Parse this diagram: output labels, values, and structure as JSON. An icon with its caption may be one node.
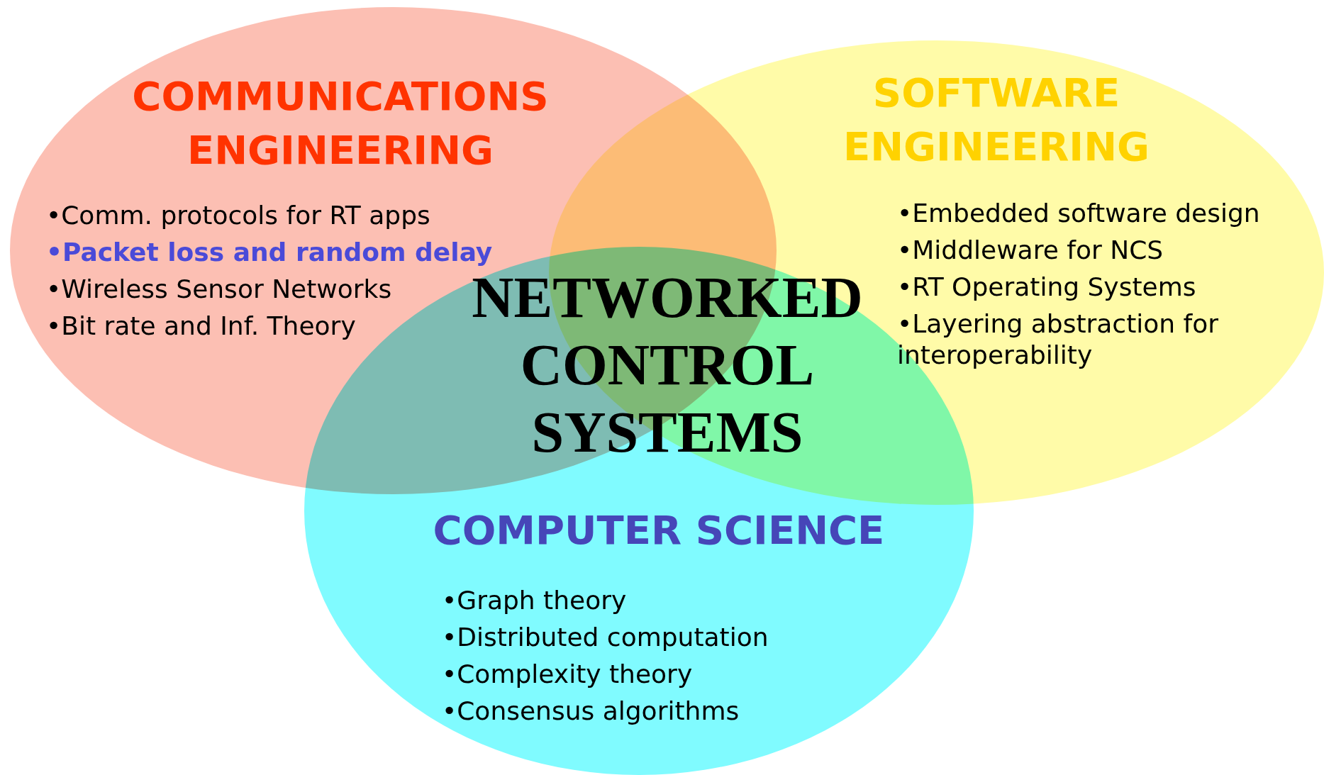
{
  "diagram": {
    "nodes": [
      {
        "text": [
          "COMMUNICATIONS ENGINEERING",
          "•Comm. protocols for RT apps",
          "•Packet loss and random delay",
          "•Wireless Sensor Networks",
          "•Bit rate and Inf. Theory"
        ]
      },
      {
        "text": [
          "SOFTWARE ENGINEERING",
          "•Embedded software design",
          "•Middleware for NCS",
          "•RT Operating Systems",
          "•Layering abstraction for interoperability"
        ]
      },
      {
        "text": [
          "COMPUTER SCIENCE",
          "•Graph theory",
          "•Distributed computation",
          "•Complexity theory",
          "•Consensus algorithms"
        ]
      }
    ],
    "labels": [
      "NETWORKED CONTROL SYSTEMS"
    ]
  }
}
